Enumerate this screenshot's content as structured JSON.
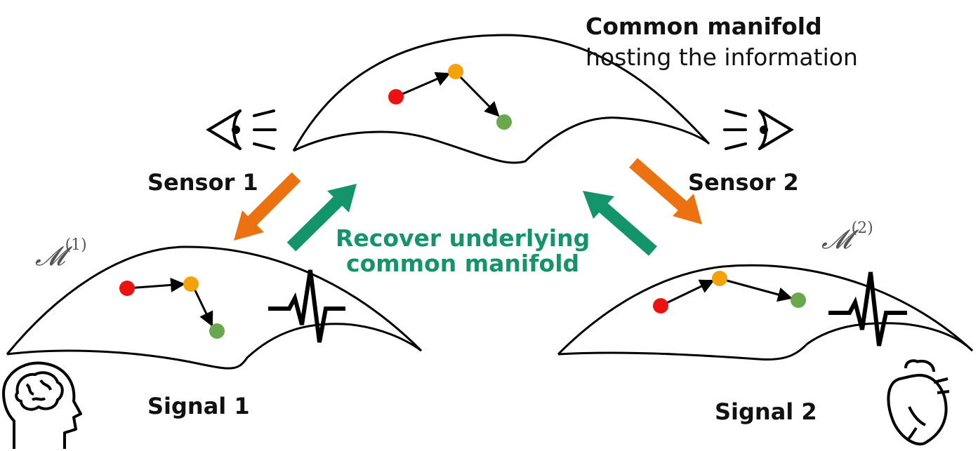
{
  "title": {
    "main": "Common manifold",
    "sub": "hosting the information"
  },
  "sensors": [
    {
      "label": "Sensor 1"
    },
    {
      "label": "Sensor 2"
    }
  ],
  "signals": [
    {
      "label": "Signal 1"
    },
    {
      "label": "Signal 2"
    }
  ],
  "manifold_labels": [
    {
      "symbol": "𝓜",
      "superscript": "(1)"
    },
    {
      "symbol": "𝓜",
      "superscript": "(2)"
    }
  ],
  "recover_text": {
    "line1": "Recover underlying",
    "line2": "common manifold"
  },
  "colors": {
    "point_start": "#ee1111",
    "point_mid": "#f5a10a",
    "point_end": "#6aa84f",
    "sense_arrow": "#ec7211",
    "recover_arrow": "#14946b",
    "stroke": "#000000"
  },
  "icons": [
    "eye-icon",
    "brain-head-icon",
    "heart-icon",
    "ecg-waveform-icon"
  ]
}
